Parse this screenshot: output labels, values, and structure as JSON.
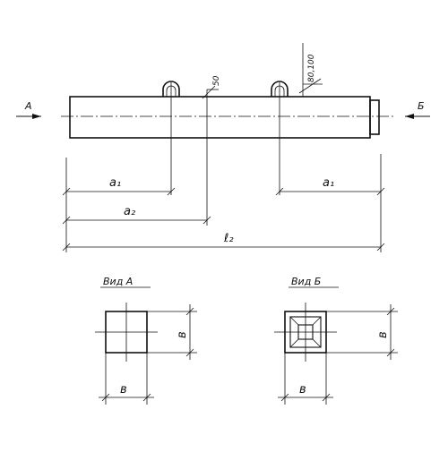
{
  "main_view": {
    "label_left_arrow": "А",
    "label_right_arrow": "Б",
    "dim_50": "50",
    "dim_80_100": "80,100",
    "dim_a1_left": "a₁",
    "dim_a1_right": "a₁",
    "dim_a2": "a₂",
    "dim_l2": "ℓ₂"
  },
  "view_a": {
    "title": "Вид А",
    "dim_width": "в",
    "dim_height": "в"
  },
  "view_b": {
    "title": "Вид Б",
    "dim_width": "в",
    "dim_height": "в"
  }
}
